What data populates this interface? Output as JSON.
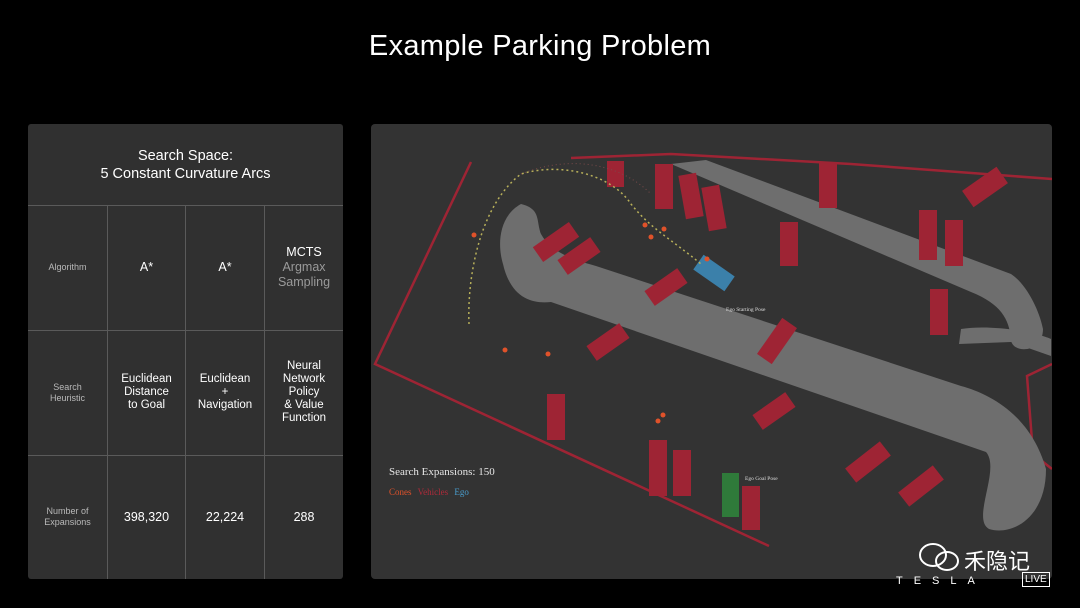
{
  "title": "Example Parking Problem",
  "table": {
    "header_line1": "Search Space:",
    "header_line2": "5 Constant Curvature Arcs",
    "row_labels": {
      "algorithm": "Algorithm",
      "heuristic_1": "Search",
      "heuristic_2": "Heuristic",
      "expansions_1": "Number of",
      "expansions_2": "Expansions"
    },
    "columns": [
      {
        "algorithm": [
          "A*"
        ],
        "heuristic": [
          "Euclidean",
          "Distance",
          "to Goal"
        ],
        "expansions": "398,320"
      },
      {
        "algorithm": [
          "A*"
        ],
        "heuristic": [
          "Euclidean",
          "+",
          "Navigation"
        ],
        "expansions": "22,224"
      },
      {
        "algorithm": [
          "MCTS",
          "Argmax",
          "Sampling"
        ],
        "heuristic": [
          "Neural",
          "Network",
          "Policy",
          "& Value",
          "Function"
        ],
        "expansions": "288"
      }
    ]
  },
  "map": {
    "search_expansions": "Search Expansions: 150",
    "legend": {
      "cones": "Cones",
      "vehicles": "Vehicles",
      "ego": "Ego",
      "cones_color": "#e0522a",
      "vehicles_color": "#b02a3a",
      "ego_color": "#4a9fd0"
    },
    "ego_start_label": "Ego Starting Pose",
    "ego_goal_label": "Ego Goal Pose"
  },
  "watermark": {
    "text": "禾隐记",
    "brand": "TESLA",
    "live": "LIVE"
  }
}
